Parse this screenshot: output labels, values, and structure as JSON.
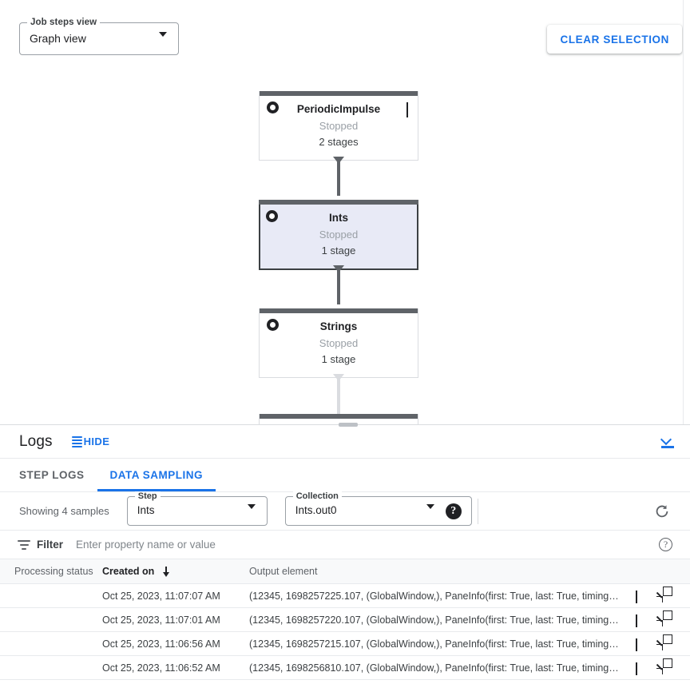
{
  "graph": {
    "job_steps_view": {
      "legend": "Job steps view",
      "value": "Graph view",
      "arrow_icon": "triangle-down-icon"
    },
    "clear_selection_label": "CLEAR SELECTION",
    "nodes": [
      {
        "name": "PeriodicImpulse",
        "status": "Stopped",
        "stages": "2 stages",
        "selected": false,
        "has_chevron": true
      },
      {
        "name": "Ints",
        "status": "Stopped",
        "stages": "1 stage",
        "selected": true,
        "has_chevron": false
      },
      {
        "name": "Strings",
        "status": "Stopped",
        "stages": "1 stage",
        "selected": false,
        "has_chevron": false
      }
    ]
  },
  "logs": {
    "title": "Logs",
    "hide_label": "HIDE",
    "collapse_icon": "unfold-less-icon",
    "tabs": [
      {
        "label": "STEP LOGS",
        "active": false
      },
      {
        "label": "DATA SAMPLING",
        "active": true
      }
    ],
    "controls": {
      "samples_text": "Showing 4 samples",
      "step": {
        "legend": "Step",
        "value": "Ints"
      },
      "collection": {
        "legend": "Collection",
        "value": "Ints.out0"
      },
      "help_icon": "help-filled-icon",
      "refresh_icon": "refresh-icon"
    },
    "filter": {
      "icon": "filter-list-icon",
      "label": "Filter",
      "placeholder": "Enter property name or value",
      "value": "",
      "help_icon": "help-outline-icon"
    },
    "table": {
      "columns": [
        {
          "label": "Processing status",
          "sorted": false
        },
        {
          "label": "Created on",
          "sorted": true,
          "sort_dir": "desc"
        },
        {
          "label": "Output element",
          "sorted": false
        }
      ],
      "rows": [
        {
          "status": "processing-dot",
          "created_on": "Oct 25, 2023, 11:07:07 AM",
          "output_element": "(12345, 1698257225.107, (GlobalWindow,), PaneInfo(first: True, last: True, timing…"
        },
        {
          "status": "processing-dot",
          "created_on": "Oct 25, 2023, 11:07:01 AM",
          "output_element": "(12345, 1698257220.107, (GlobalWindow,), PaneInfo(first: True, last: True, timing…"
        },
        {
          "status": "processing-dot",
          "created_on": "Oct 25, 2023, 11:06:56 AM",
          "output_element": "(12345, 1698257215.107, (GlobalWindow,), PaneInfo(first: True, last: True, timing…"
        },
        {
          "status": "processing-dot",
          "created_on": "Oct 25, 2023, 11:06:52 AM",
          "output_element": "(12345, 1698256810.107, (GlobalWindow,), PaneInfo(first: True, last: True, timing…"
        }
      ],
      "row_actions": {
        "expand_icon": "chevron-down-icon",
        "open_in_new_icon": "open-in-new-icon"
      }
    }
  },
  "colors": {
    "accent": "#1a73e8",
    "node_bar": "#5f6368",
    "selected_node_bg": "#e8eaf6",
    "border": "#dadce0"
  }
}
